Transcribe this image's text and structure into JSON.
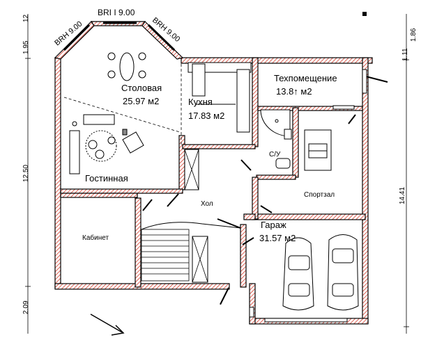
{
  "rooms": {
    "dining": {
      "name": "Столовая",
      "area": "25.97 м2"
    },
    "kitchen": {
      "name": "Кухня",
      "area": "17.83 м2"
    },
    "technical": {
      "name": "Техпомещение",
      "area": "13.8↑ м2"
    },
    "living": {
      "name": "Гостинная"
    },
    "bathroom": {
      "name": "С/У"
    },
    "gym": {
      "name": "Спортзал"
    },
    "hall": {
      "name": "Хол"
    },
    "office": {
      "name": "Кабинет"
    },
    "garage": {
      "name": "Гараж",
      "area": "31.57 м2"
    }
  },
  "windows": {
    "left": "BRH 9.00",
    "top": "BRI I 9.00",
    "right": "BRH 9.00"
  },
  "dimensions": {
    "left_top": "1.95",
    "left_top_small": "12",
    "left_mid": "12.50",
    "left_bottom": "2.09",
    "right_top_a": "1.86",
    "right_top_b": "1.11",
    "right_mid": "14.41"
  },
  "colors": {
    "wall_hatch": "#d23a2a",
    "ink": "#000000"
  }
}
